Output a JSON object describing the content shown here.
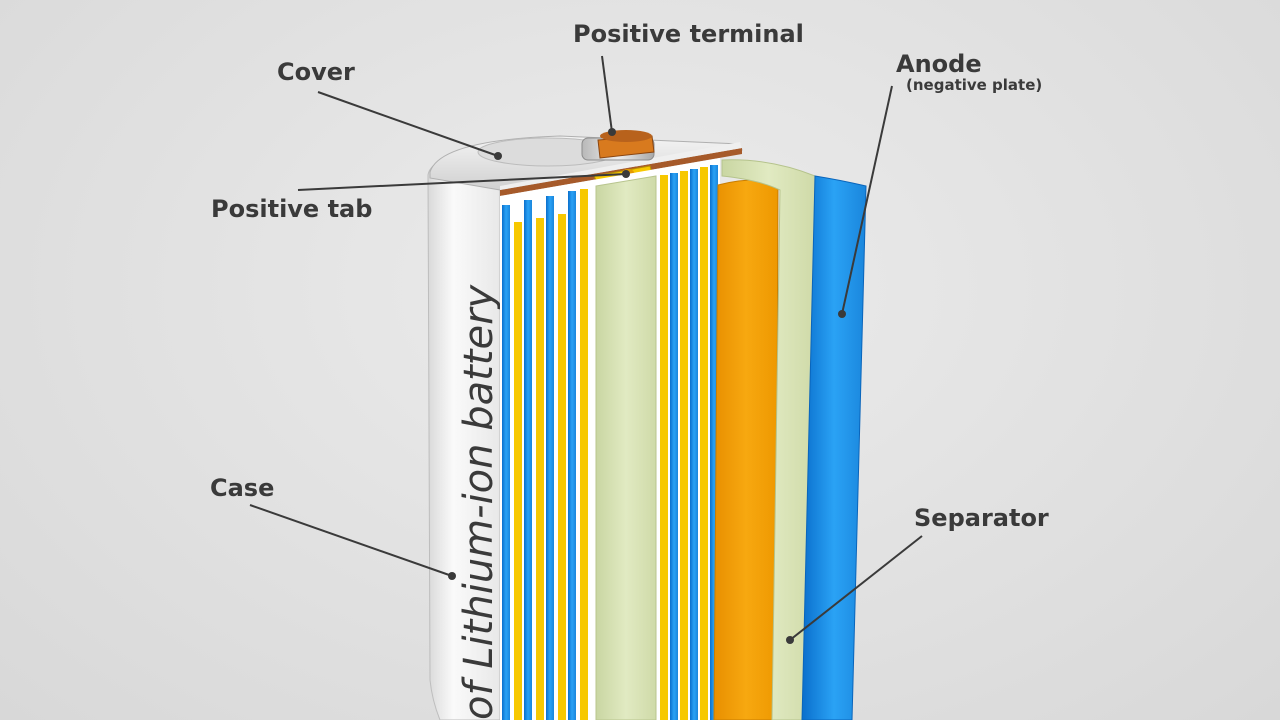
{
  "labels": {
    "positive_terminal": "Positive terminal",
    "cover": "Cover",
    "positive_tab": "Positive tab",
    "anode": "Anode",
    "anode_sub": "(negative plate)",
    "case": "Case",
    "separator": "Separator"
  },
  "case_print": "of Lithium-ion battery",
  "colors": {
    "background": "#e2e2e2",
    "case": "#f2f2f2",
    "anode_blue": "#1e90e8",
    "cathode_orange": "#f5a000",
    "separator_green": "#d9e4b8",
    "tab_yellow": "#f7c800",
    "terminal_copper": "#d87a1e",
    "label_text": "#3a3a3a"
  }
}
